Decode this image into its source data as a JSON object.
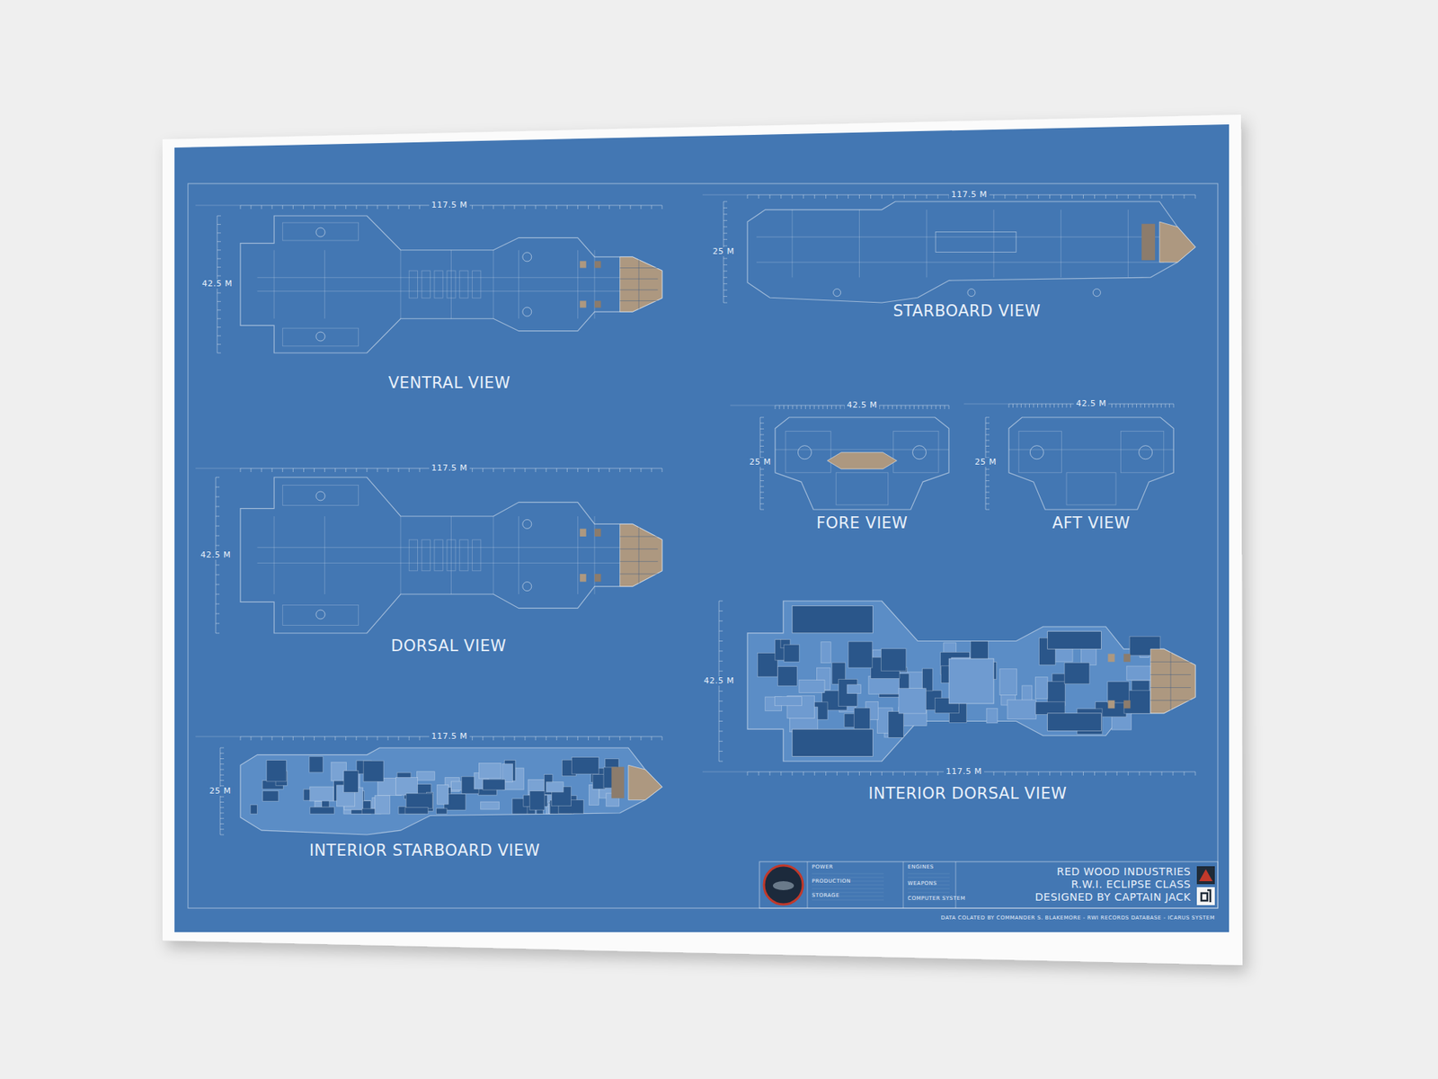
{
  "diagram": {
    "labels": [
      "117.5 M",
      "42.5 M",
      "VENTRAL VIEW",
      "117.5 M",
      "25 M",
      "STARBOARD VIEW",
      "42.5 M",
      "25 M",
      "FORE VIEW",
      "42.5 M",
      "25 M",
      "AFT VIEW",
      "117.5 M",
      "42.5 M",
      "DORSAL VIEW",
      "42.5 M",
      "117.5 M",
      "INTERIOR DORSAL VIEW",
      "117.5 M",
      "25 M",
      "INTERIOR STARBOARD VIEW",
      "POWER",
      "PRODUCTION",
      "STORAGE",
      "ENGINES",
      "WEAPONS",
      "COMPUTER SYSTEM",
      "RED WOOD INDUSTRIES",
      "R.W.I. ECLIPSE CLASS",
      "DESIGNED BY CAPTAIN JACK",
      "DATA COLATED BY COMMANDER S. BLAKEMORE - RWI RECORDS DATABASE - ICARUS SYSTEM"
    ]
  }
}
